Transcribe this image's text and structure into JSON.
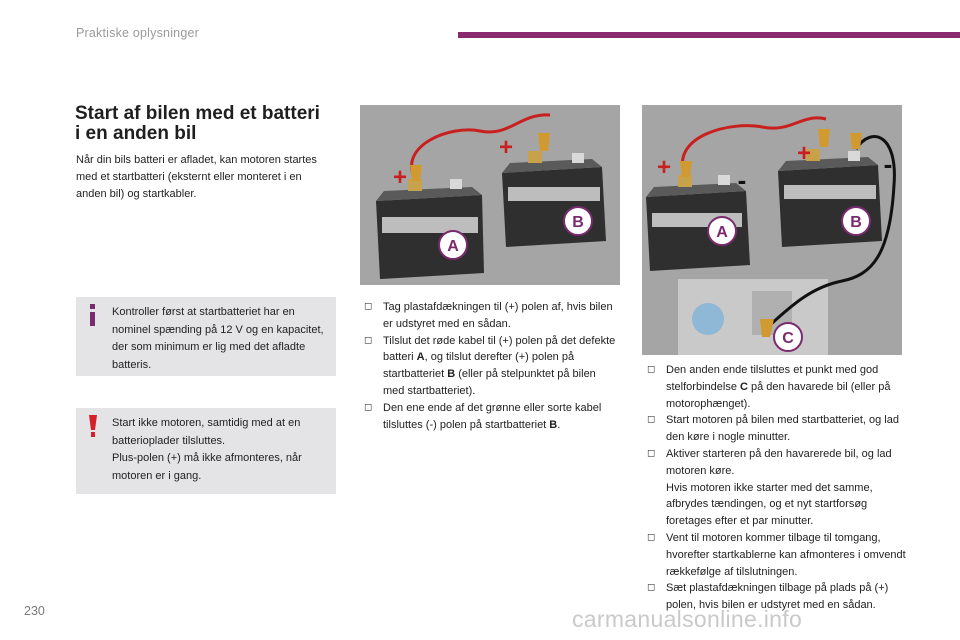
{
  "header": {
    "section": "Praktiske oplysninger",
    "bar_color": "#8a2a6e"
  },
  "title_line1": "Start af bilen med et batteri",
  "title_line2": "i en anden bil",
  "intro": "Når din bils batteri er afladet, kan motoren startes med et startbatteri (eksternt eller monteret i en anden bil) og startkabler.",
  "info_box": {
    "icon": "info-icon",
    "text": "Kontroller først at startbatteriet har en nominel spænding på 12 V og en kapacitet, der som minimum er lig med det afladte batteris."
  },
  "warning_box": {
    "icon": "warning-icon",
    "line1": "Start ikke motoren, samtidig med at en batterioplader tilsluttes.",
    "line2": "Plus-polen (+) må ikke afmonteres, når motoren er i gang."
  },
  "illustration1": {
    "label_a": "A",
    "label_b": "B",
    "plus1": "+",
    "plus2": "+"
  },
  "illustration2": {
    "label_a": "A",
    "label_b": "B",
    "label_c": "C",
    "plus1": "+",
    "plus2": "+",
    "minus1": "-",
    "minus2": "-"
  },
  "bullet_char": "",
  "steps_middle": [
    {
      "text": "Tag plastafdækningen til (+) polen af, hvis bilen er udstyret med en sådan."
    },
    {
      "pre": "Tilslut det røde kabel til (+) polen på det defekte batteri ",
      "bold1": "A",
      "mid": ", og tilslut derefter (+) polen på startbatteriet ",
      "bold2": "B",
      "post": " (eller på stelpunktet på bilen med startbatteriet)."
    },
    {
      "pre": "Den ene ende af det grønne eller sorte kabel tilsluttes (-) polen på startbatteriet ",
      "bold1": "B",
      "post": "."
    }
  ],
  "steps_right": [
    {
      "pre": "Den anden ende tilsluttes et punkt med god stelforbindelse ",
      "bold1": "C",
      "post": " på den havarede bil (eller på motorophænget)."
    },
    {
      "text": "Start motoren på bilen med startbatteriet, og lad den køre i nogle minutter."
    },
    {
      "line1": "Aktiver starteren på den havarerede bil, og lad motoren køre.",
      "line2": "Hvis motoren ikke starter med det samme, afbrydes tændingen, og et nyt startforsøg foretages efter et par minutter."
    },
    {
      "text": "Vent til motoren kommer tilbage til tomgang, hvorefter startkablerne kan afmonteres i omvendt rækkefølge af tilslutningen."
    },
    {
      "text": "Sæt plastafdækningen tilbage på plads på (+) polen, hvis bilen er udstyret med en sådan."
    }
  ],
  "page_number": "230",
  "watermark": "carmanualsonline.info"
}
